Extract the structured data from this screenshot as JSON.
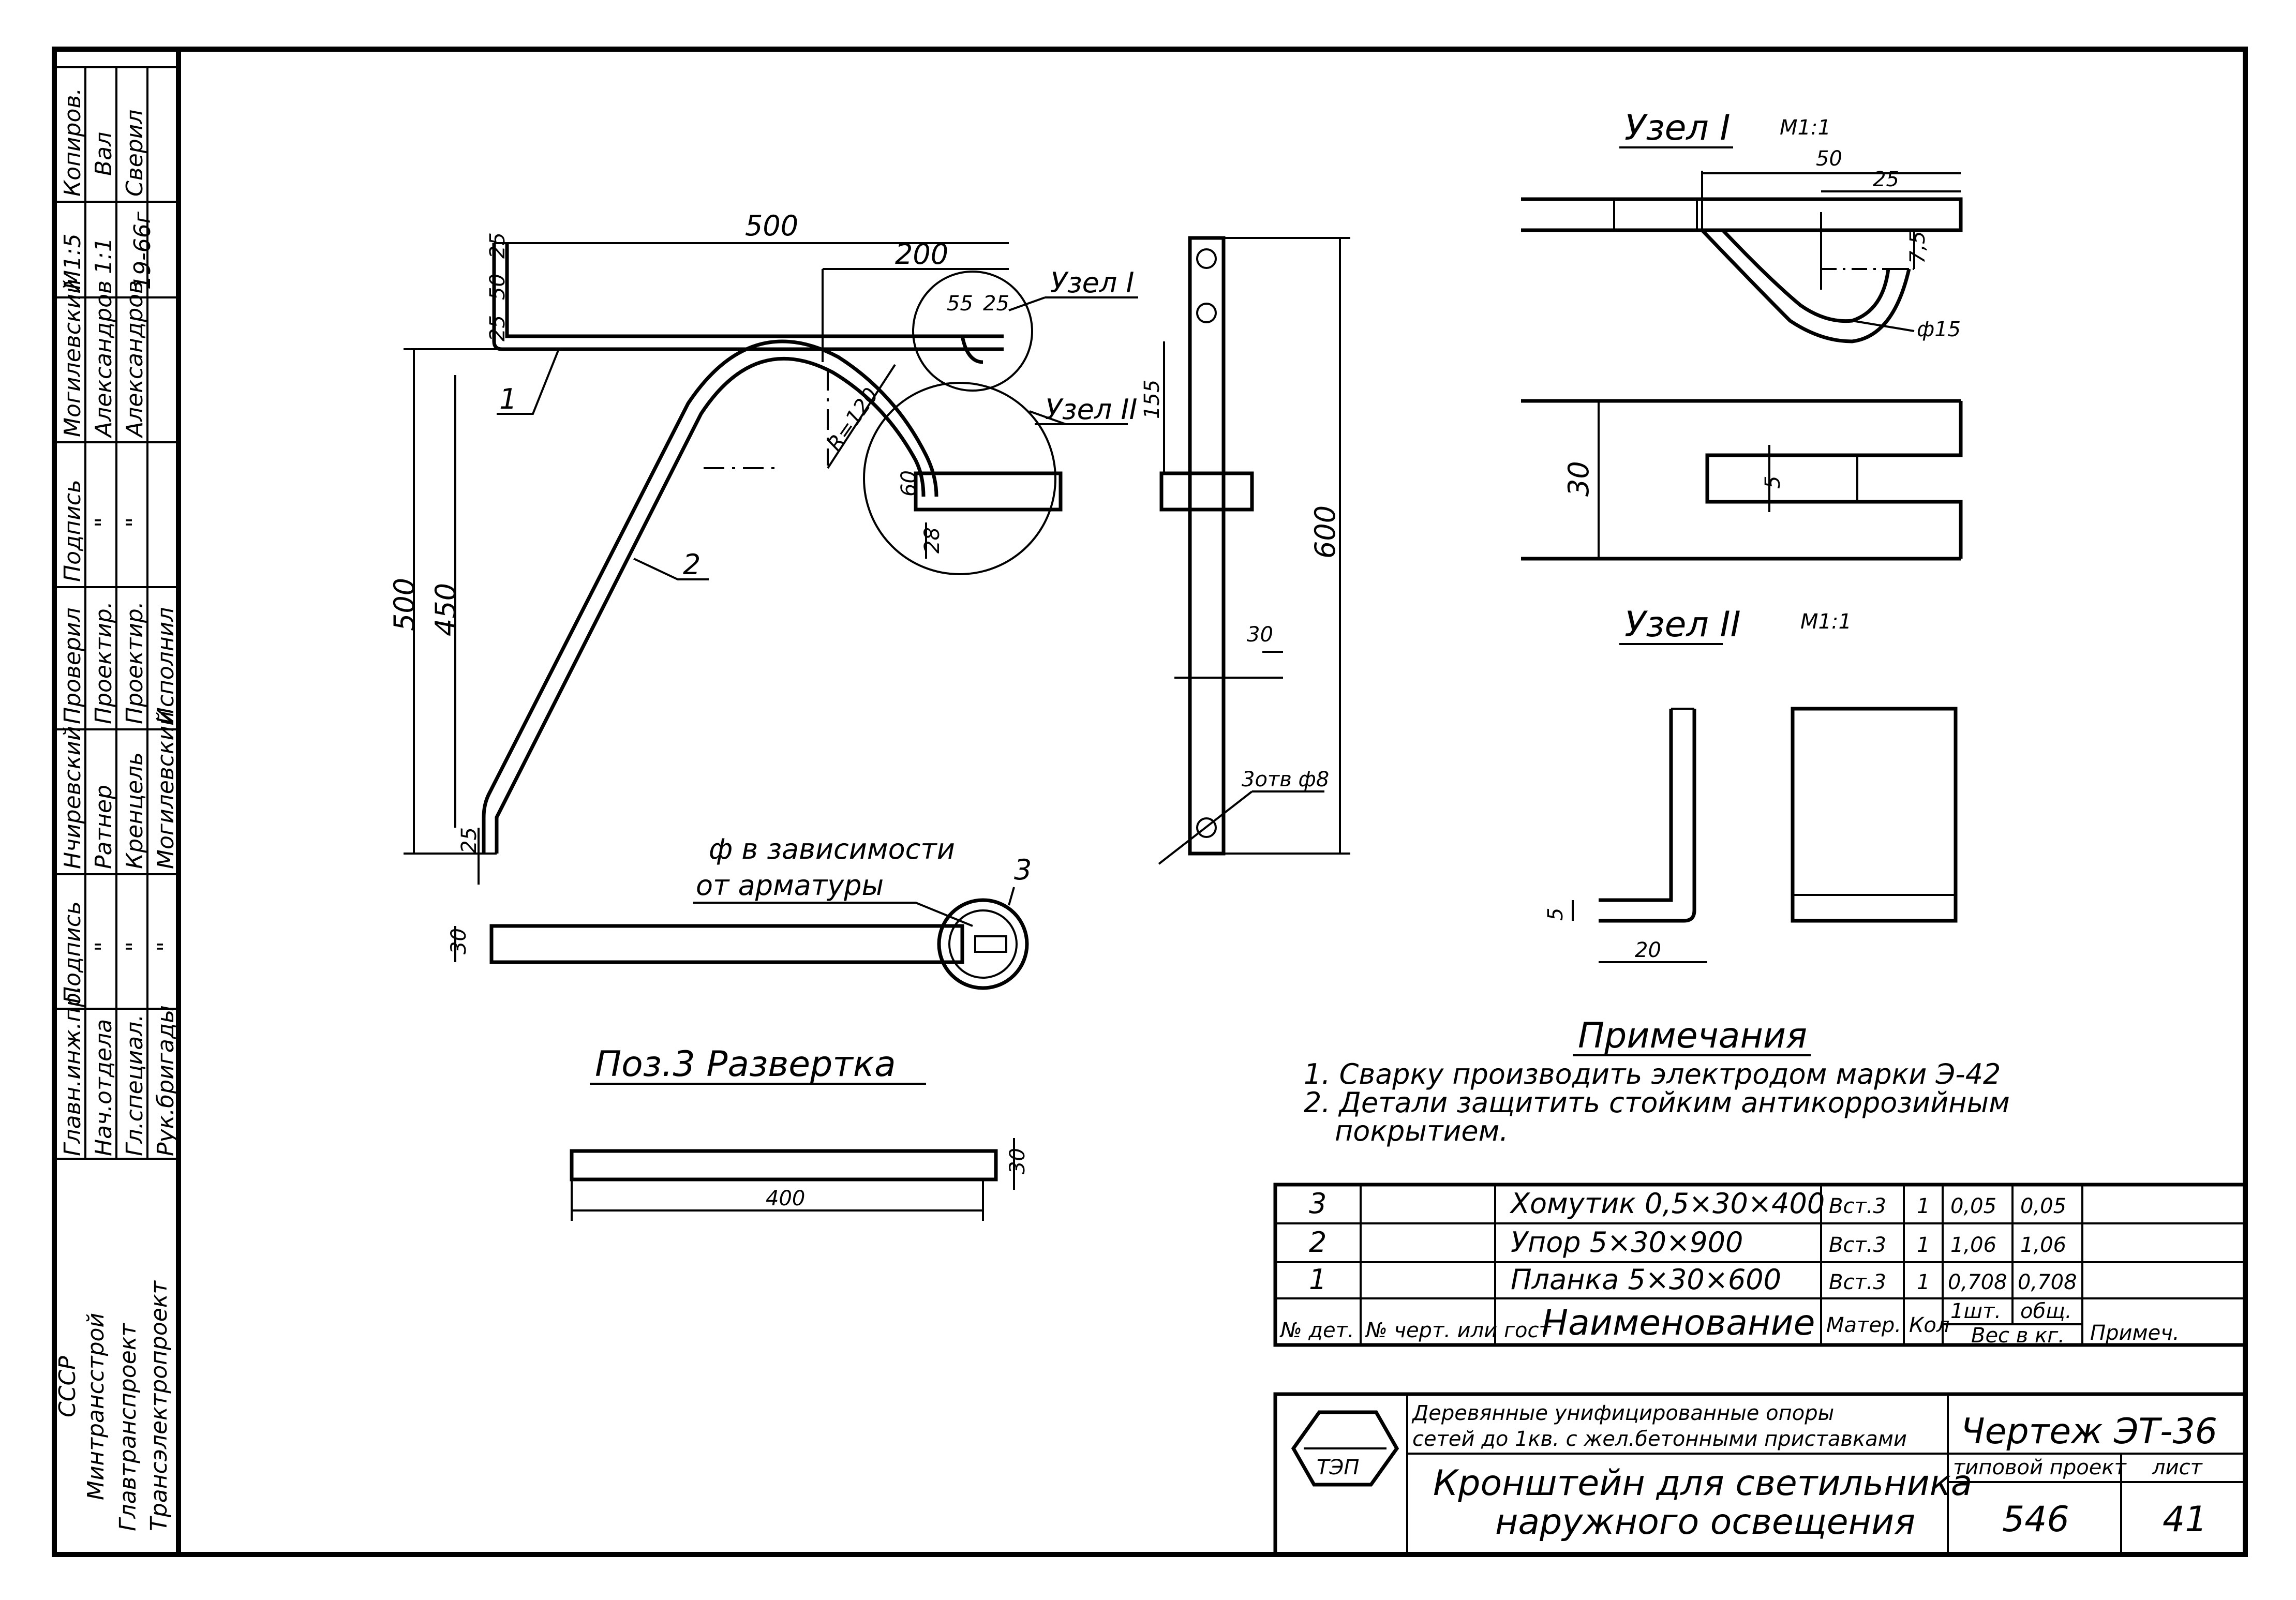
{
  "side_stamp": {
    "org_lines": [
      "СССР",
      "Минтрансстрой",
      "Главтранспроект",
      "Трансэлектропроект"
    ],
    "role_col": [
      "Главн.инж.пр.",
      "Нач.отдела",
      "Гл.специал.",
      "Рук.бригады"
    ],
    "name1_col": [
      "Подпись",
      "\"",
      "\"",
      "\""
    ],
    "name2_col": [
      "Нчиревский",
      "Ратнер",
      "Кренцель",
      "Могилевский"
    ],
    "head_col": [
      "Проверил",
      "Проектир.",
      "Проектир.",
      "Исполнил"
    ],
    "sig_col": [
      "Подпись",
      "\"",
      "\""
    ],
    "name3_col": [
      "Могилевский",
      "Александров",
      "Александров"
    ],
    "scale_col": [
      "М1:5",
      "1:1",
      "19-66г"
    ],
    "last_col": [
      "Копиров.",
      "Вал",
      "Сверил"
    ]
  },
  "main_view": {
    "dim_top": "500",
    "dim_200": "200",
    "dim_55": "55",
    "dim_25a": "25",
    "dim_25b": "25",
    "dim_50": "50",
    "dim_25c": "25",
    "dim_500v": "500",
    "dim_450": "450",
    "dim_25d": "25",
    "radius": "R=120",
    "dim_60": "60",
    "dim_28": "28",
    "pos1": "1",
    "pos2": "2",
    "node1_label": "Узел I",
    "node2_label": "Узел II"
  },
  "side_view": {
    "dim_155": "155",
    "dim_600": "600",
    "dim_30": "30",
    "holes": "3отв ф8"
  },
  "clamp_view": {
    "dim_30": "30",
    "note1": "ф в зависимости",
    "note2": "от арматуры",
    "pos3": "3"
  },
  "development": {
    "title": "Поз.3 Развертка",
    "length": "400",
    "width": "30"
  },
  "node1": {
    "title": "Узел I",
    "scale": "М1:1",
    "dim_50": "50",
    "dim_25": "25",
    "dim_75": "7,5",
    "dia": "ф15",
    "dim_30": "30",
    "dim_5": "5"
  },
  "node2": {
    "title": "Узел II",
    "scale": "М1:1",
    "dim_5": "5",
    "dim_20": "20"
  },
  "notes": {
    "title": "Примечания",
    "line1": "1. Сварку производить электродом марки Э-42",
    "line2": "2. Детали защитить стойким антикоррозийным",
    "line3": "покрытием."
  },
  "spec_table": {
    "rows": [
      {
        "pos": "3",
        "ref": "",
        "name": "Хомутик 0,5×30×400",
        "mat": "Вст.3",
        "qty": "1",
        "w1": "0,05",
        "w2": "0,05",
        "note": ""
      },
      {
        "pos": "2",
        "ref": "",
        "name": "Упор 5×30×900",
        "mat": "Вст.3",
        "qty": "1",
        "w1": "1,06",
        "w2": "1,06",
        "note": ""
      },
      {
        "pos": "1",
        "ref": "",
        "name": "Планка 5×30×600",
        "mat": "Вст.3",
        "qty": "1",
        "w1": "0,708",
        "w2": "0,708",
        "note": ""
      }
    ],
    "header": {
      "pos": "№ дет.",
      "ref": "№ черт. или гост",
      "name": "Наименование",
      "mat": "Матер.",
      "qty": "Кол",
      "w_top1": "1шт.",
      "w_top2": "общ.",
      "w_label": "Вес в кг.",
      "note": "Примеч."
    }
  },
  "title_block": {
    "logo": "ТЭП",
    "project_line1": "Деревянные унифицированные опоры",
    "project_line2": "сетей до 1кв. с жел.бетонными приставками",
    "drawing": "Чертеж ЭТ-36",
    "title1": "Кронштейн для светильника",
    "title2": "наружного освещения",
    "typ_label": "типовой проект",
    "sheet_label": "лист",
    "typ_value": "546",
    "sheet_value": "41"
  }
}
